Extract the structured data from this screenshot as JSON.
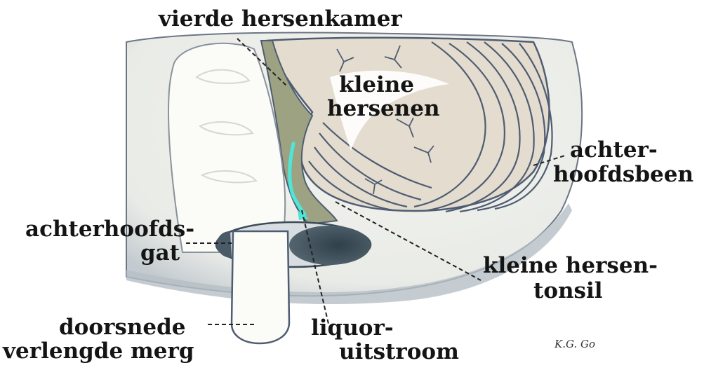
{
  "labels": {
    "fourth_ventricle": "vierde hersenkamer",
    "cerebellum_line1": "kleine",
    "cerebellum_line2": "hersenen",
    "occipital_line1": "achter-",
    "occipital_line2": "hoofdsbeen",
    "foramen_line1": "achterhoofds-",
    "foramen_line2": "gat",
    "tonsil_line1": "kleine hersen-",
    "tonsil_line2": "tonsil",
    "medulla_line1": "doorsnede",
    "medulla_line2": "verlengde merg",
    "csf_line1": "liquor-",
    "csf_line2": "uitstroom"
  },
  "signature": "K.G. Go",
  "colors": {
    "bone": "#f1f1ec",
    "bone_shadow": "#b9c0c6",
    "cerebellum": "#e4ddd1",
    "ventricle": "#9ea483",
    "foramen": "#3b4b57",
    "medulla": "#fbfbf7",
    "outline": "#4f5d72",
    "flow_arrow": "#4ee6d9"
  }
}
